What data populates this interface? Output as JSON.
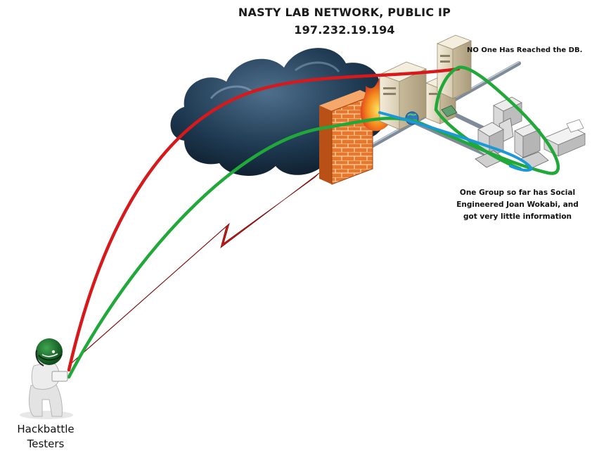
{
  "title": {
    "line1": "NASTY LAB NETWORK, PUBLIC IP",
    "line2": "197.232.19.194"
  },
  "notes": {
    "db": "NO One Has Reached the DB.",
    "social": [
      "One Group so far has Social",
      "Engineered Joan Wokabi, and",
      "got very little information"
    ]
  },
  "actor": {
    "line1": "Hackbattle",
    "line2": "Testers"
  },
  "colors": {
    "attack_red": "#d7191c",
    "attack_green": "#21a83a",
    "social_blue": "#1a98d8",
    "lightning": "#cc1a1a",
    "firewall": "#e8762b",
    "cloud": "#1f3a52",
    "server": "#ece3cf"
  },
  "icons": {
    "cloud": "internet-cloud-icon",
    "firewall": "firewall-icon",
    "server": "server-icon",
    "workstation": "workstation-icon",
    "printer": "fax-printer-icon",
    "globe": "globe-icon",
    "person": "hacker-figure-icon"
  }
}
